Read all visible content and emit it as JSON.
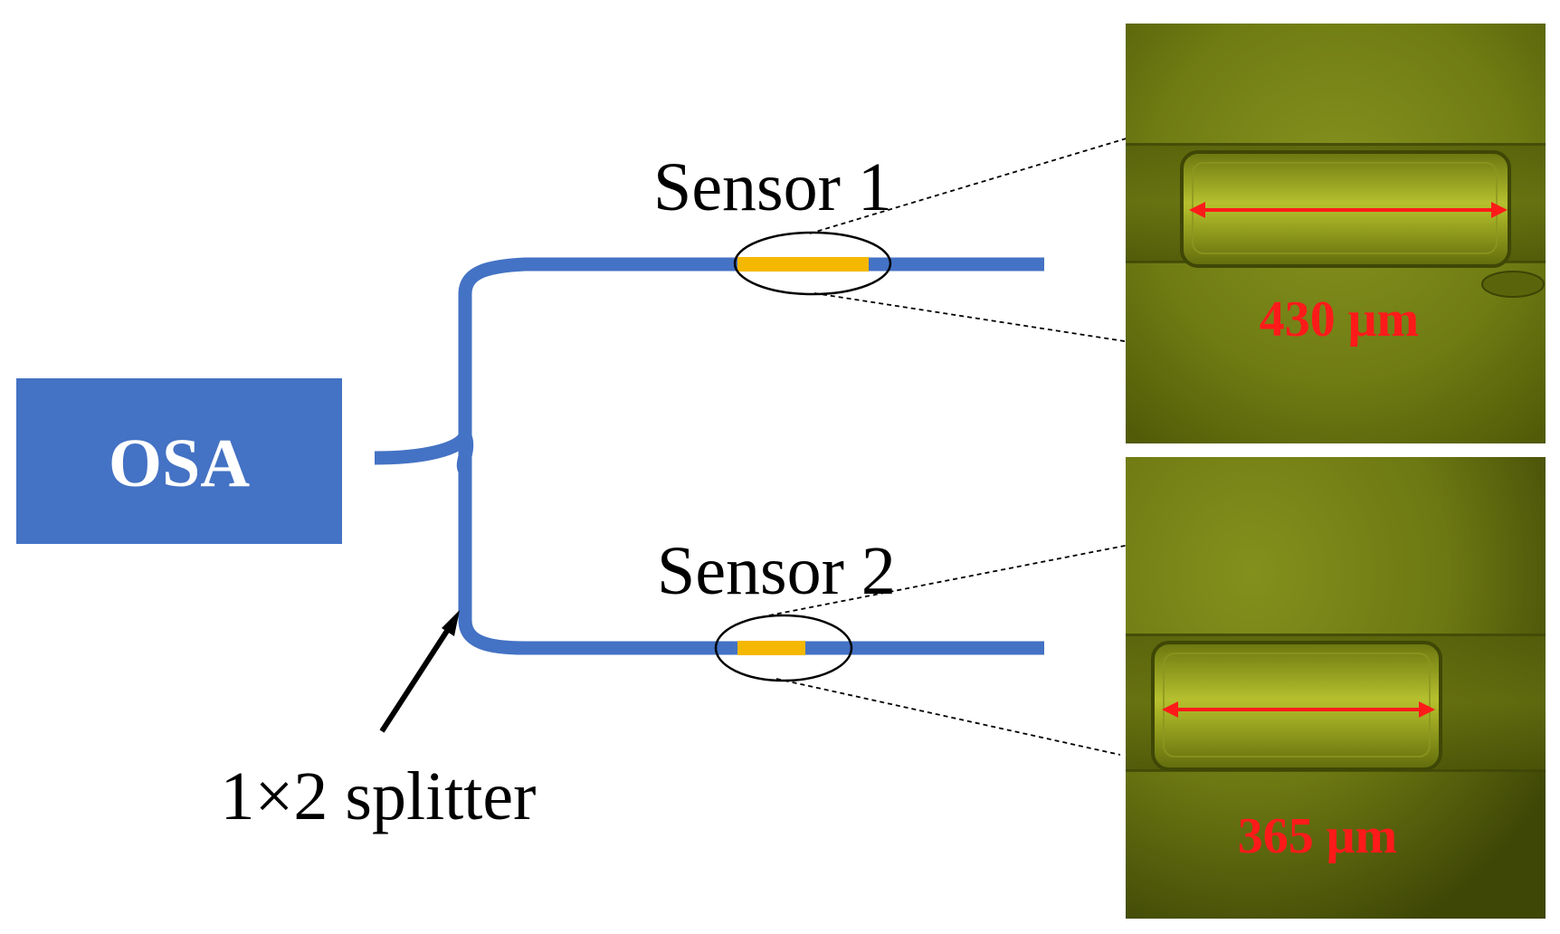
{
  "osa": {
    "label": "OSA"
  },
  "splitter": {
    "label": "1×2 splitter"
  },
  "sensors": [
    {
      "label": "Sensor 1",
      "length_label": "430 μm"
    },
    {
      "label": "Sensor 2",
      "length_label": "365 μm"
    }
  ],
  "colors": {
    "fiber": "#4472C4",
    "osa_box": "#4472C4",
    "sensor_cavity": "#F5B800",
    "measurement": "#FF1A1A",
    "micro_bg": "#6E7A14"
  }
}
